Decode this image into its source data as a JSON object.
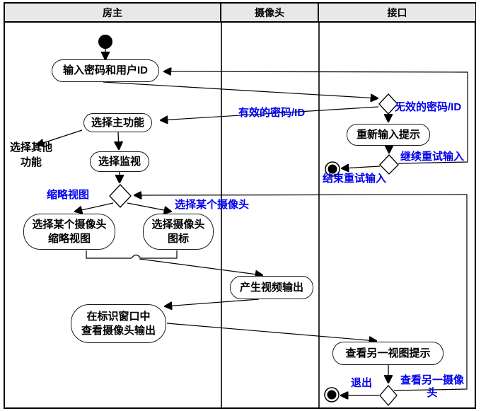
{
  "lanes": [
    {
      "label": "房主"
    },
    {
      "label": "摄像头"
    },
    {
      "label": "接口"
    }
  ],
  "nodes": {
    "input_password": "输入密码和用户ID",
    "select_main": "选择主功能",
    "select_monitor": "选择监视",
    "select_camera_thumbnail": "选择某个摄像头\n缩略视图",
    "select_camera_icon": "选择摄像头\n图标",
    "video_output": "产生视频输出",
    "view_in_window": "在标识窗口中\n查看摄像头输出",
    "view_another_prompt": "查看另一视图提示",
    "retry_prompt": "重新输入提示"
  },
  "labels": {
    "valid_password": "有效的密码/ID",
    "invalid_password": "无效的密码/ID",
    "continue_retry": "继续重试输入",
    "end_retry": "结束重试输入",
    "other_functions": "选择其他\n功能",
    "thumbnail_view": "缩略视图",
    "select_a_camera": "选择某个摄像头",
    "exit": "退出",
    "view_another_camera": "查看另一摄像\n头"
  },
  "colors": {
    "guard_label": "#0000EE",
    "header_bg": "#E8E8E8",
    "line": "#000000",
    "node_fill": "#FFFFFF"
  }
}
